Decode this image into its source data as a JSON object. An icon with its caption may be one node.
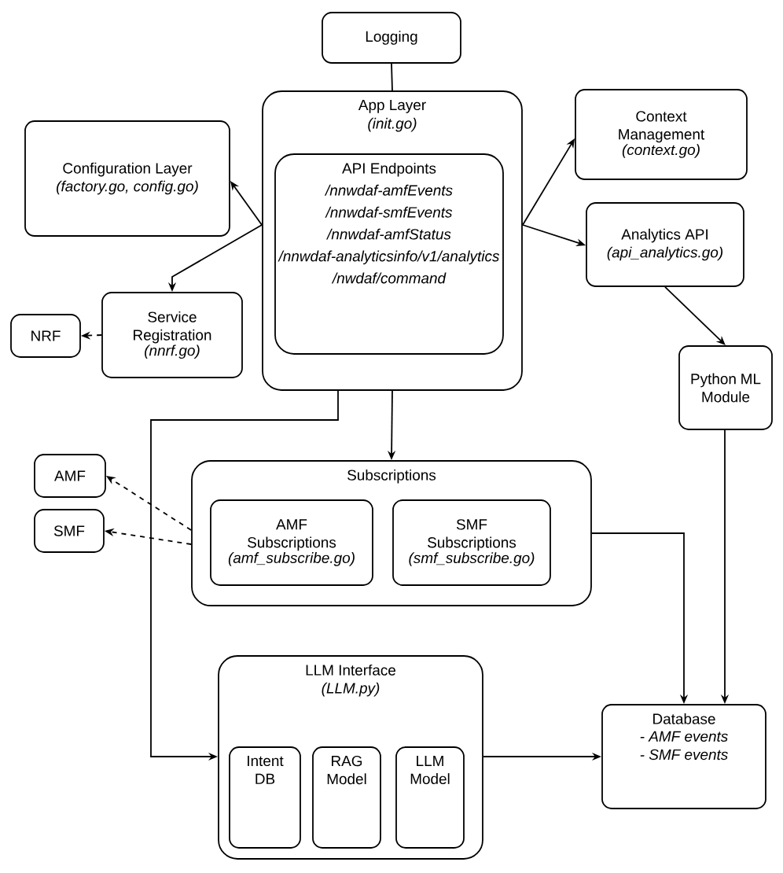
{
  "diagram": {
    "nodes": [
      {
        "text": [
          "Logging"
        ]
      },
      {
        "text": [
          "App Layer",
          "(init.go)"
        ]
      },
      {
        "text": [
          "API Endpoints",
          "/nnwdaf-amfEvents",
          "/nnwdaf-smfEvents",
          "/nnwdaf-amfStatus",
          "/nnwdaf-analyticsinfo/v1/analytics",
          "/nwdaf/command"
        ],
        "in": 1
      },
      {
        "text": [
          "Configuration Layer",
          "(factory.go, config.go)"
        ]
      },
      {
        "text": [
          "Context Management",
          "(context.go)"
        ]
      },
      {
        "text": [
          "Service Registration",
          "(nnrf.go)"
        ]
      },
      {
        "text": [
          "NRF"
        ]
      },
      {
        "text": [
          "Analytics API",
          "(api_analytics.go)"
        ]
      },
      {
        "text": [
          "Python ML Module"
        ]
      },
      {
        "text": [
          "Subscriptions"
        ]
      },
      {
        "text": [
          "AMF Subscriptions",
          "(amf_subscribe.go)"
        ],
        "in": 9
      },
      {
        "text": [
          "SMF Subscriptions",
          "(smf_subscribe.go)"
        ],
        "in": 9
      },
      {
        "text": [
          "AMF"
        ]
      },
      {
        "text": [
          "SMF"
        ]
      },
      {
        "text": [
          "LLM Interface",
          "(LLM.py)"
        ]
      },
      {
        "text": [
          "Intent DB"
        ],
        "in": 14
      },
      {
        "text": [
          "RAG Model"
        ],
        "in": 14
      },
      {
        "text": [
          "LLM Model"
        ],
        "in": 14
      },
      {
        "text": [
          "Database",
          "- AMF events",
          "- SMF events"
        ]
      }
    ],
    "edges": [
      {
        "from": 0,
        "to": 1,
        "arrow": "none"
      },
      {
        "from": 1,
        "to": 3,
        "arrow": "to"
      },
      {
        "from": 1,
        "to": 5,
        "arrow": "to"
      },
      {
        "from": 5,
        "to": 6,
        "arrow": "to",
        "style": "dashed"
      },
      {
        "from": 1,
        "to": 4,
        "arrow": "to"
      },
      {
        "from": 1,
        "to": 7,
        "arrow": "to"
      },
      {
        "from": 7,
        "to": 8,
        "arrow": "to"
      },
      {
        "from": 1,
        "to": 9,
        "arrow": "to"
      },
      {
        "from": 9,
        "to": 12,
        "arrow": "to",
        "style": "dashed"
      },
      {
        "from": 9,
        "to": 13,
        "arrow": "to",
        "style": "dashed"
      },
      {
        "from": 1,
        "to": 14,
        "arrow": "to"
      },
      {
        "from": 9,
        "to": 18,
        "arrow": "to"
      },
      {
        "from": 8,
        "to": 18,
        "arrow": "to"
      },
      {
        "from": 14,
        "to": 18,
        "arrow": "to"
      }
    ]
  }
}
